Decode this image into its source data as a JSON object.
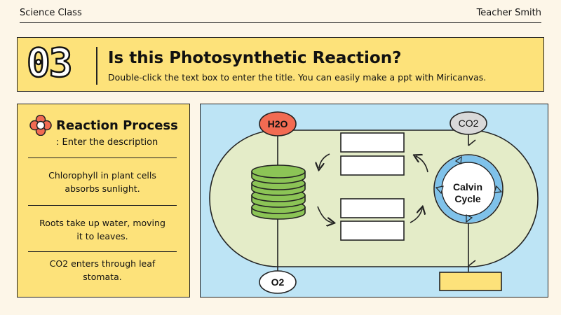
{
  "header": {
    "left": "Science Class",
    "right": "Teacher Smith"
  },
  "banner": {
    "number": "03",
    "title": "Is this Photosynthetic Reaction?",
    "subtitle": "Double-click the text box to enter the title. You can easily make a ppt with Miricanvas."
  },
  "process": {
    "title": "Reaction Process",
    "description": ": Enter the description",
    "steps": [
      {
        "line1": "Chlorophyll in plant cells",
        "line2": "absorbs sunlight."
      },
      {
        "line1": "Roots take up water, moving",
        "line2": "it to leaves."
      },
      {
        "line1": "CO2 enters through leaf",
        "line2": "stomata."
      }
    ]
  },
  "diagram": {
    "h2o": "H2O",
    "co2": "CO2",
    "o2": "O2",
    "calvin_line1": "Calvin",
    "calvin_line2": "Cycle",
    "colors": {
      "chloroplast": "#e4ecc8",
      "thylakoid": "#8cc456",
      "h2o_bubble": "#f26b52",
      "co2_bubble": "#d9d9d9",
      "panel": "#bde4f5",
      "accent_yellow": "#fde27a"
    }
  }
}
